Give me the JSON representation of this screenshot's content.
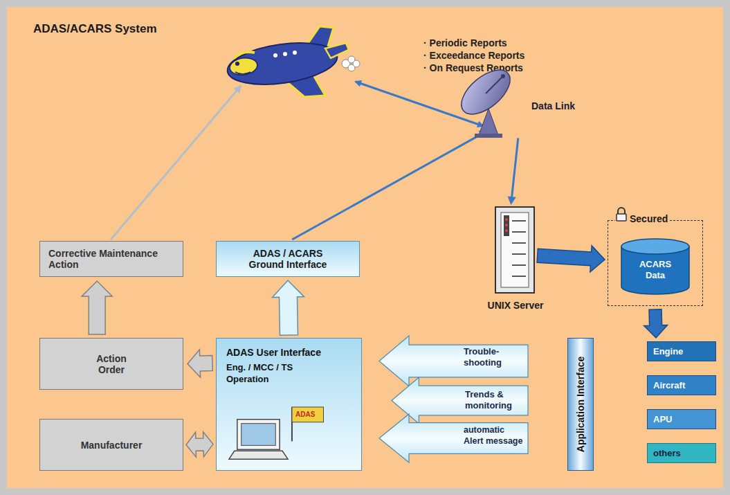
{
  "diagram": {
    "title": "ADAS/ACARS System",
    "nodes": [
      {
        "text": [
          "Data Link"
        ]
      },
      {
        "text": [
          "Corrective Maintenance Action"
        ]
      },
      {
        "text": [
          "ADAS / ACARS Ground Interface"
        ]
      },
      {
        "text": [
          "UNIX Server"
        ]
      },
      {
        "text": [
          "Secured"
        ]
      },
      {
        "text": [
          "ACARS Data"
        ],
        "in": 4
      },
      {
        "text": [
          "Action Order"
        ]
      },
      {
        "text": [
          "ADAS User Interface",
          "Eng. / MCC / TS Operation",
          "ADAS"
        ]
      },
      {
        "text": [
          "Trouble-shooting"
        ]
      },
      {
        "text": [
          "Trends & monitoring"
        ]
      },
      {
        "text": [
          "automatic Alert message"
        ]
      },
      {
        "text": [
          "Application Interface"
        ]
      },
      {
        "text": [
          "Engine"
        ]
      },
      {
        "text": [
          "Aircraft"
        ]
      },
      {
        "text": [
          "APU"
        ]
      },
      {
        "text": [
          "others"
        ]
      },
      {
        "text": [
          "Manufacturer"
        ]
      }
    ],
    "edges": [
      {
        "from": 2,
        "to": 0,
        "arrow": "to"
      },
      {
        "from": 0,
        "to": 3,
        "arrow": "to"
      },
      {
        "from": 3,
        "to": 4,
        "arrow": "to"
      },
      {
        "from": 4,
        "to": 12,
        "arrow": "to"
      },
      {
        "from": 7,
        "to": 2,
        "arrow": "to"
      },
      {
        "from": 7,
        "to": 6,
        "arrow": "to"
      },
      {
        "from": 6,
        "to": 1,
        "arrow": "to"
      },
      {
        "from": 16,
        "to": 7,
        "arrow": "both"
      }
    ],
    "labels": [
      "· Periodic Reports",
      "· Exceedance Reports",
      "· On Request Reports"
    ]
  }
}
